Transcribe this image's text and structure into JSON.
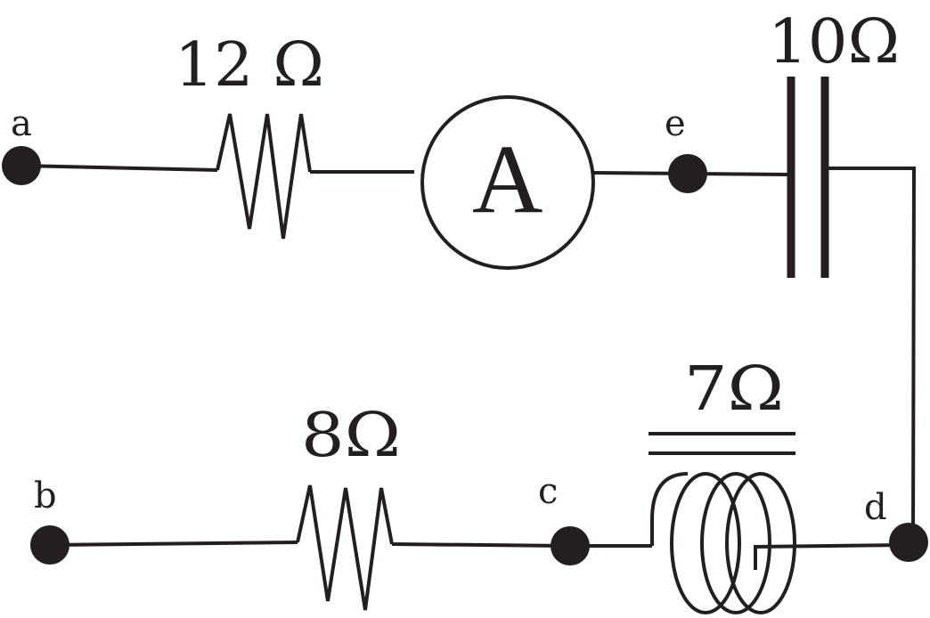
{
  "nodes": {
    "a": "a",
    "b": "b",
    "c": "c",
    "d": "d",
    "e": "e"
  },
  "components": {
    "resistor_top": "12 Ω",
    "ammeter": "A",
    "capacitor": "10Ω",
    "resistor_bottom": "8Ω",
    "inductor": "7Ω"
  },
  "colors": {
    "line": "#231f20",
    "background": "#ffffff"
  }
}
